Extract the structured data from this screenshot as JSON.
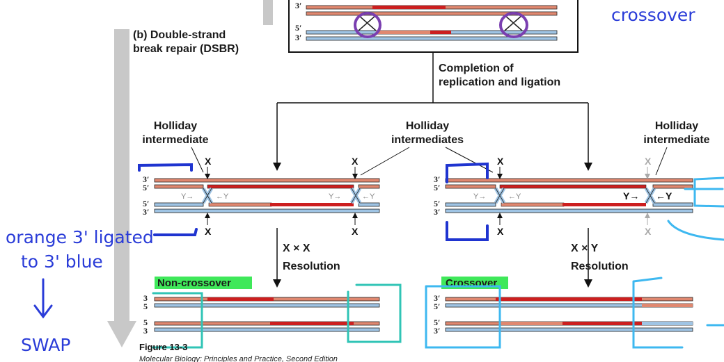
{
  "panel_title_line1": "(b) Double-strand",
  "panel_title_line2": "break repair (DSBR)",
  "completion_line1": "Completion of",
  "completion_line2": "replication and ligation",
  "holliday_left": [
    "Holliday",
    "intermediate"
  ],
  "holliday_center": [
    "Holliday",
    "intermediates"
  ],
  "holliday_right": [
    "Holliday",
    "intermediate"
  ],
  "cut_x": "X",
  "cut_y_right": "Y→",
  "cut_y_left": "←Y",
  "resolution_xx": "X × X",
  "resolution_xy": "X × Y",
  "resolution_word": "Resolution",
  "non_crossover": "Non-crossover",
  "crossover": "Crossover",
  "end_3": "3′",
  "end_5": "5′",
  "end_3_plain": "3",
  "end_5_plain": "5",
  "figure_label": "Figure 13-3",
  "caption": "Molecular Biology: Principles and Practice, Second Edition",
  "annotations": {
    "crossover_note": "crossover",
    "orange_line1": "orange 3' ligated",
    "orange_line2": "to 3' blue",
    "swap": "SWAP"
  },
  "colors": {
    "orange": "#e08870",
    "red": "#cc1f1f",
    "blue": "#9fc4e4",
    "outline": "#222222",
    "highlight": "#3fe85a",
    "handwriting": "#2a3cd8",
    "teal_box": "#30c4b6",
    "cyan_box": "#3eb8f0",
    "purple_circle": "#7a3fb0",
    "gray_arrow": "#c8c8c8"
  }
}
